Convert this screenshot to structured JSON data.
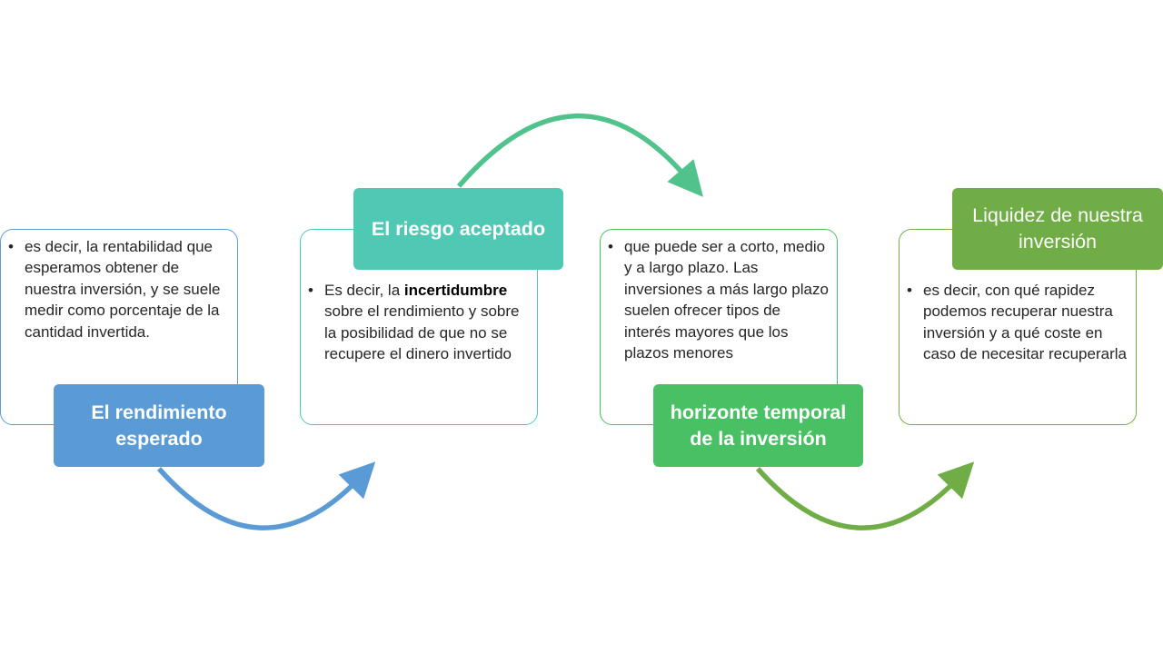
{
  "colors": {
    "blue": "#5b9bd5",
    "teal": "#4fc9b4",
    "green_mid": "#49c064",
    "green_dark": "#70ad47",
    "arrow_teal": "#50c38d"
  },
  "steps": [
    {
      "title": "El rendimiento esperado",
      "description": "es decir, la rentabilidad que esperamos obtener de nuestra inversión, y se suele medir como porcentaje de la cantidad invertida."
    },
    {
      "title": "El riesgo aceptado",
      "description_before": "Es decir, la ",
      "description_emphasis": "incertidumbre",
      "description_after": " sobre el rendimiento y sobre la posibilidad de que no se recupere el dinero invertido"
    },
    {
      "title": "horizonte temporal de la inversión",
      "description": "que puede ser a corto, medio y a largo plazo. Las inversiones a más largo plazo suelen ofrecer tipos de interés mayores que los plazos menores"
    },
    {
      "title": "Liquidez de nuestra inversión",
      "description": "es decir, con qué rapidez podemos recuperar nuestra inversión y a qué coste en caso de necesitar recuperarla"
    }
  ]
}
